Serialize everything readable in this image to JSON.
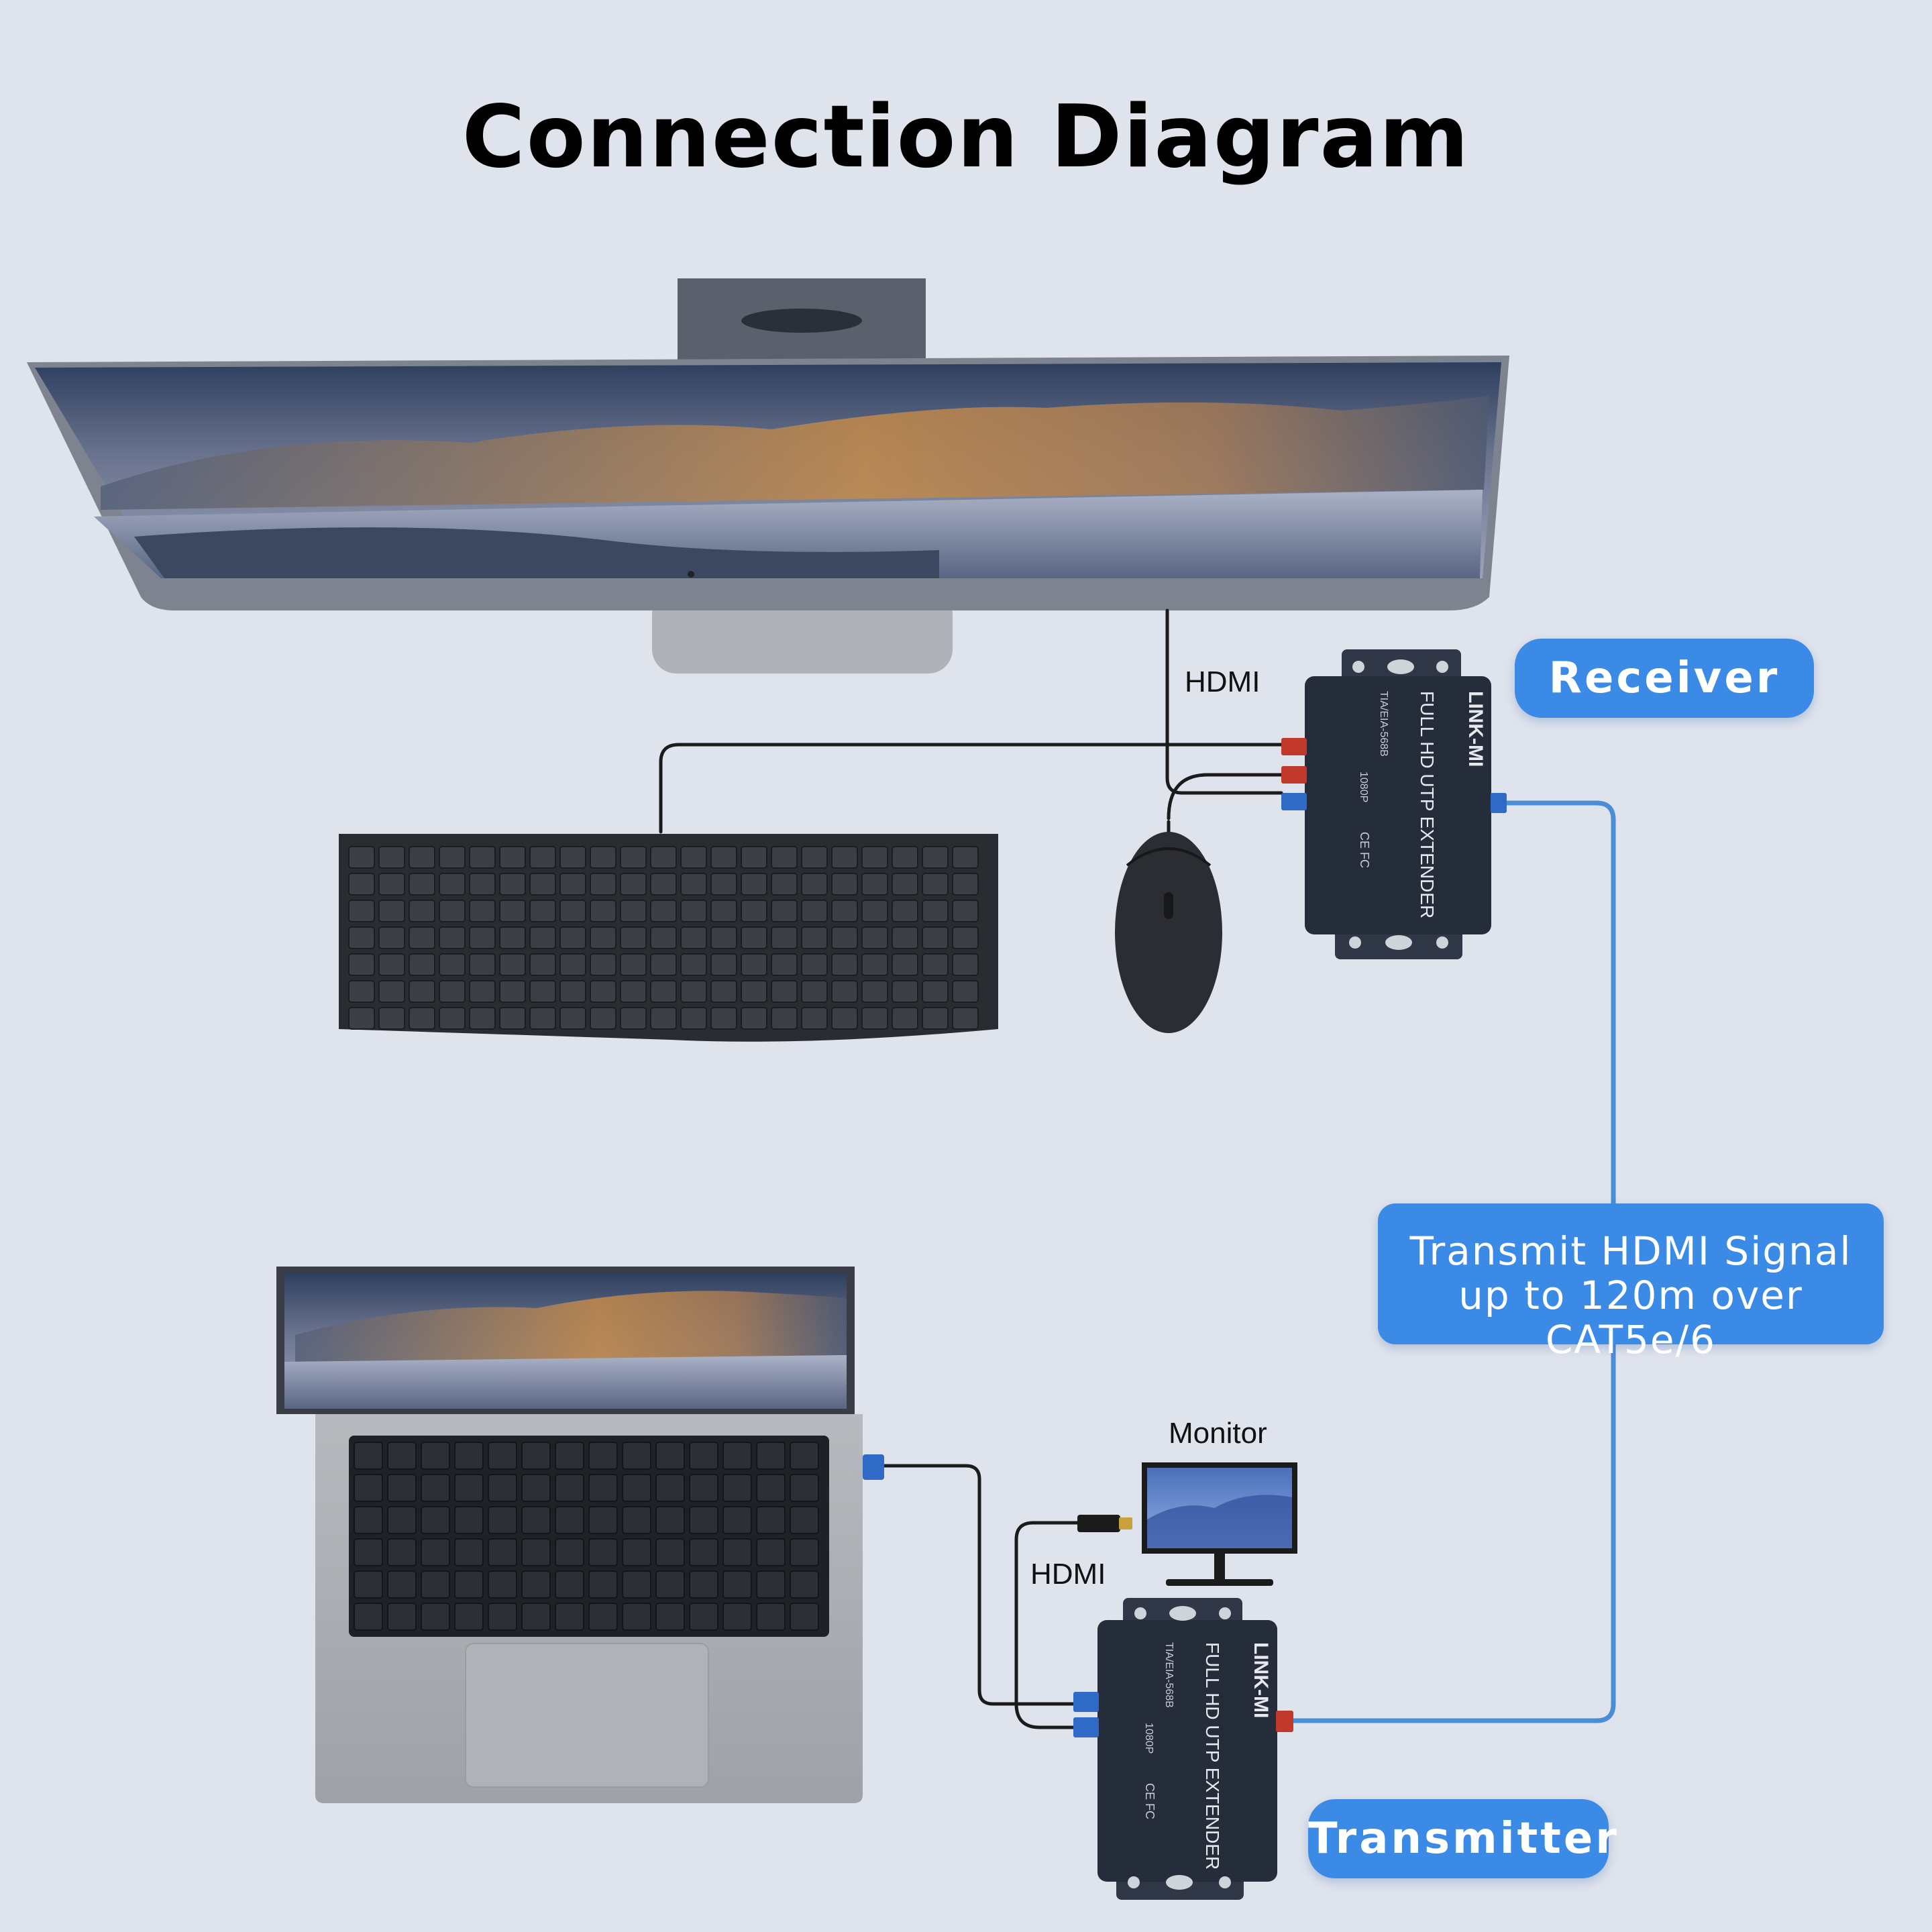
{
  "title": "Connection Diagram",
  "labels": {
    "receiver": "Receiver",
    "transmitter": "Transmitter",
    "signal_line1": "Transmit HDMI Signal",
    "signal_line2": "up to 120m over CAT5e/6",
    "hdmi_top": "HDMI",
    "hdmi_bottom": "HDMI",
    "monitor": "Monitor"
  },
  "device": {
    "brand": "LINK-MI",
    "model": "FULL HD UTP EXTENDER",
    "standard": "TIA/EIA-568B",
    "resolution": "1080P",
    "marks": "CE FC"
  },
  "colors": {
    "background": "#dfe3ec",
    "accent": "#3b8be6",
    "device_body": "#262d3a",
    "cable_blue": "#4a8ed8",
    "cable_black": "#1b1b1b"
  }
}
